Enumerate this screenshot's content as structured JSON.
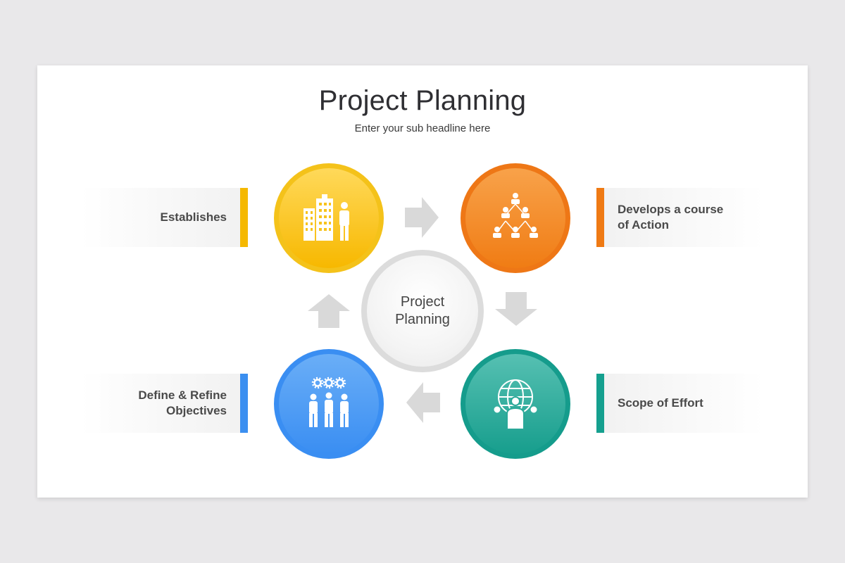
{
  "slide": {
    "title": "Project Planning",
    "subtitle": "Enter your sub headline here"
  },
  "center": {
    "line1": "Project",
    "line2": "Planning"
  },
  "steps": [
    {
      "label_line1": "Establishes",
      "label_line2": "",
      "color": "#f5b800",
      "icon": "buildings-person-icon"
    },
    {
      "label_line1": "Develops a course",
      "label_line2": "of Action",
      "color": "#ef7a14",
      "icon": "hierarchy-people-icon"
    },
    {
      "label_line1": "Scope of Effort",
      "label_line2": "",
      "color": "#15a08f",
      "icon": "globe-person-icon"
    },
    {
      "label_line1": "Define & Refine",
      "label_line2": "Objectives",
      "color": "#3b8ff0",
      "icon": "team-gears-icon"
    }
  ],
  "colors": {
    "arrow": "#d9d9d9",
    "background": "#e9e8ea"
  }
}
